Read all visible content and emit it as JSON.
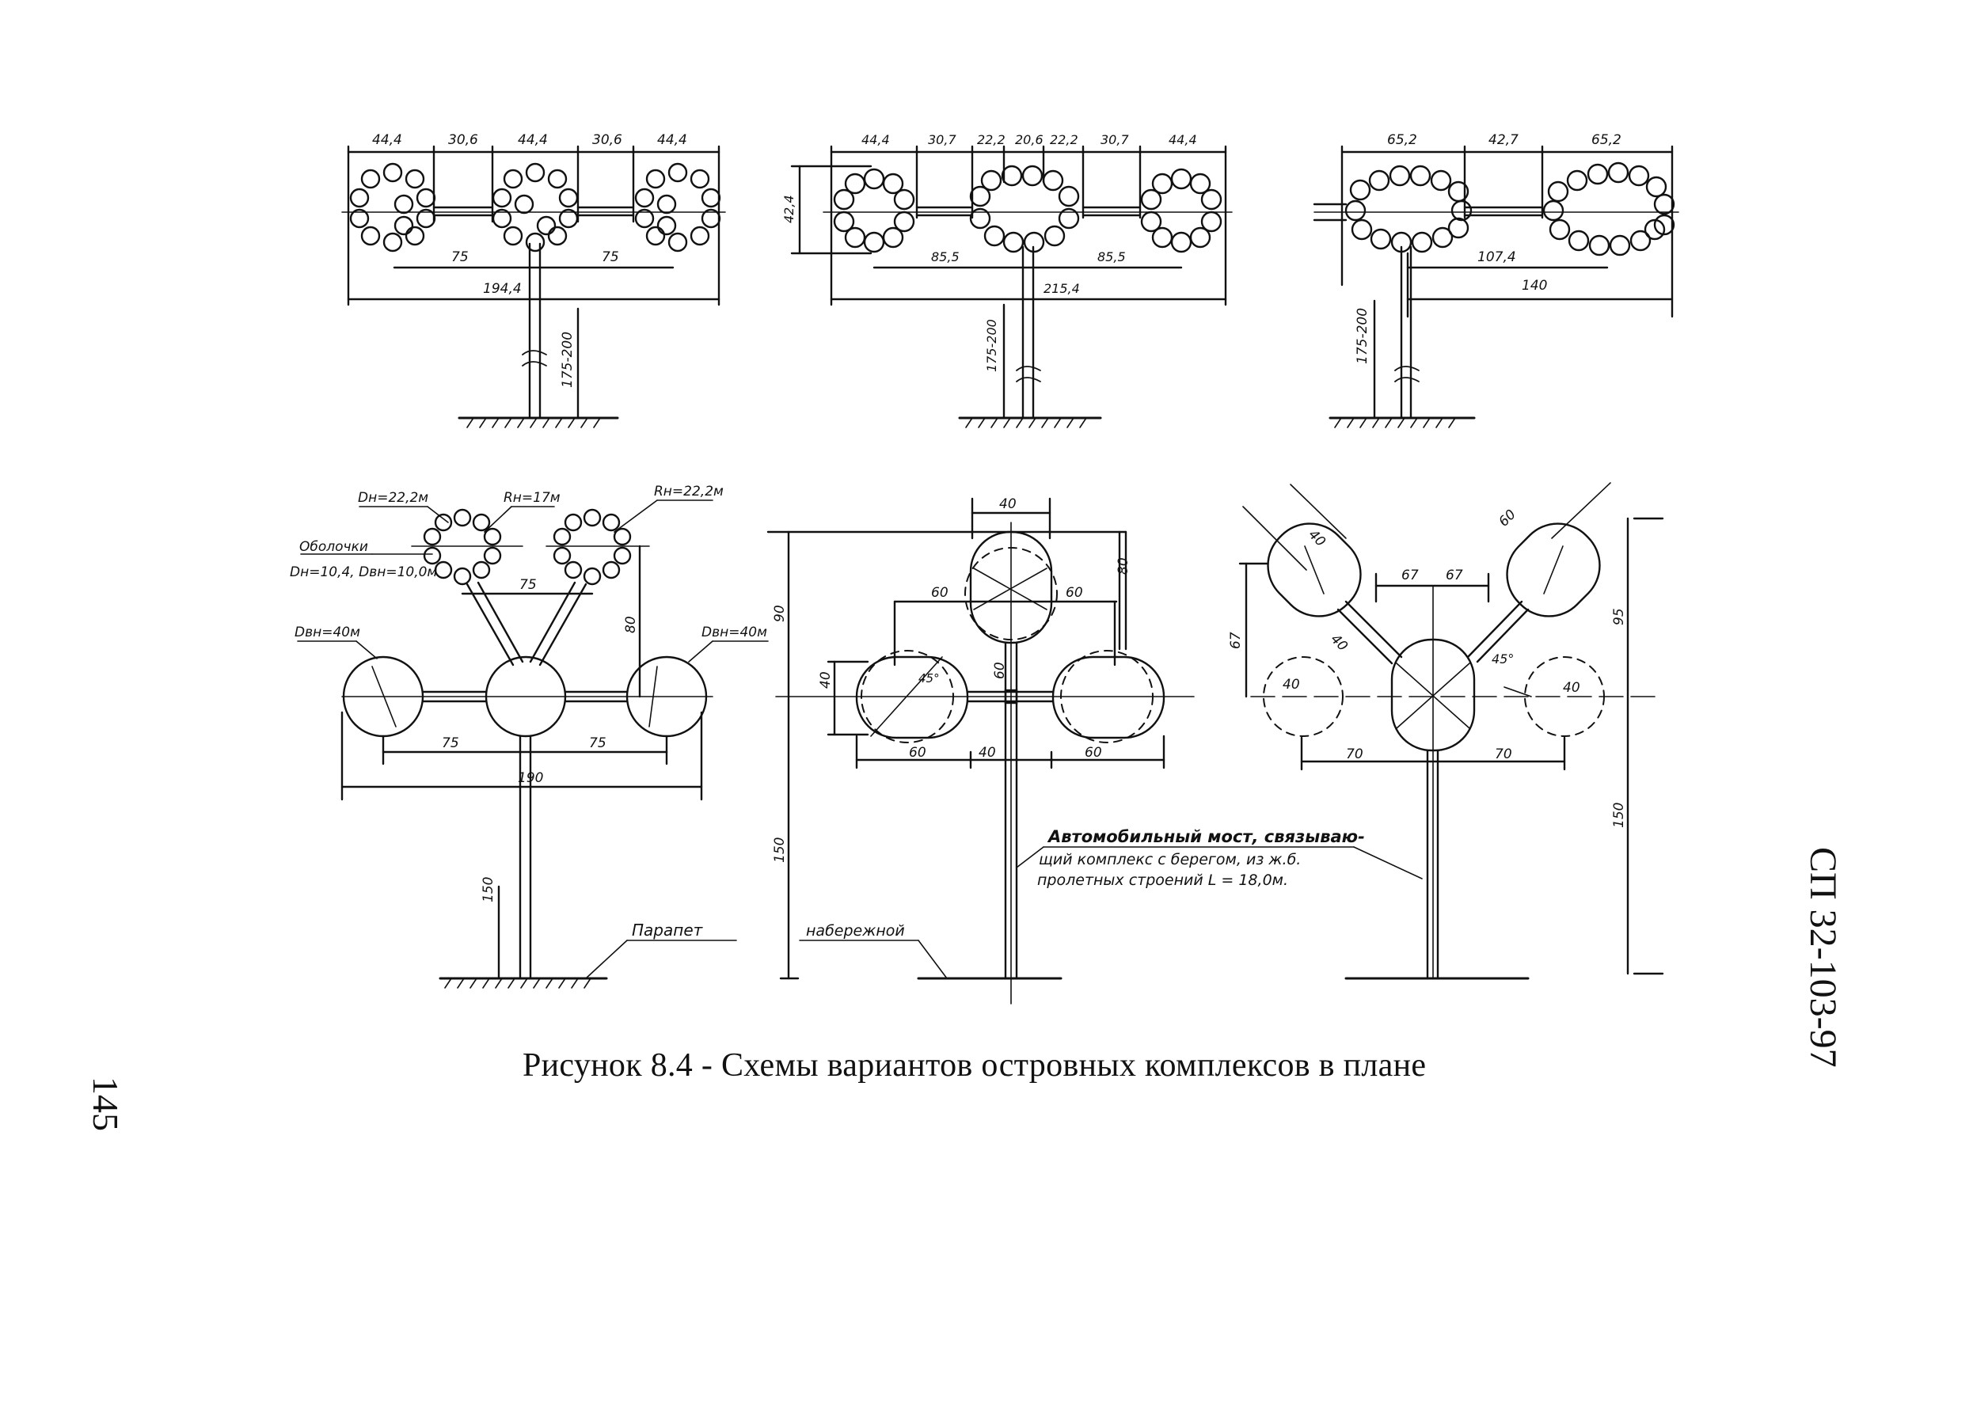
{
  "figure": {
    "caption": "Рисунок 8.4 - Схемы вариантов островных комплексов в плане",
    "page_number": "145",
    "document_id": "СП 32-103-97"
  },
  "diagram_a": {
    "top_dims": [
      "44,4",
      "30,6",
      "44,4",
      "30,6",
      "44,4"
    ],
    "span_left": "75",
    "span_right": "75",
    "total": "194,4",
    "height": "175-200"
  },
  "diagram_b": {
    "top_dims": [
      "44,4",
      "30,7",
      "22,2",
      "20,6",
      "22,2",
      "30,7",
      "44,4"
    ],
    "left_height": "42,4",
    "span_left": "85,5",
    "span_right": "85,5",
    "total": "215,4",
    "height": "175-200"
  },
  "diagram_c": {
    "top_dims": [
      "65,2",
      "42,7",
      "65,2"
    ],
    "span": "107,4",
    "total": "140",
    "height": "175-200"
  },
  "diagram_d": {
    "label_d": "Dн=22,2м",
    "label_r1": "Rн=17м",
    "label_r2": "Rн=22,2м",
    "label_shells_1": "Оболочки",
    "label_shells_2": "Dн=10,4, Dвн=10,0м",
    "label_left_d": "Dвн=40м",
    "label_right_d": "Dвн=40м",
    "span_top": "75",
    "height_top": "80",
    "span_left": "75",
    "span_right": "75",
    "total": "190",
    "height": "150",
    "parapet": "Парапет"
  },
  "diagram_e": {
    "top_width": "40",
    "top_height": "80",
    "left_offset": "60",
    "right_offset": "60",
    "height_top": "90",
    "stem_height": "60",
    "left_height": "40",
    "angle": "45°",
    "bottom_left": "60",
    "bottom_mid": "40",
    "bottom_right": "60",
    "height": "150",
    "embankment": "набережной",
    "bridge_1": "Автомобильный мост, связываю-",
    "bridge_2": "щий комплекс с берегом, из ж.б.",
    "bridge_3": "пролетных строений   L = 18,0м."
  },
  "diagram_f": {
    "dim_left_40": "40",
    "dim_right_60": "60",
    "span_left": "67",
    "span_right": "67",
    "left_height": "67",
    "angle": "45°",
    "height_top": "95",
    "circle_left": "40",
    "circle_right": "40",
    "bottom_left": "70",
    "bottom_right": "70",
    "height": "150",
    "dim_40b": "40"
  }
}
